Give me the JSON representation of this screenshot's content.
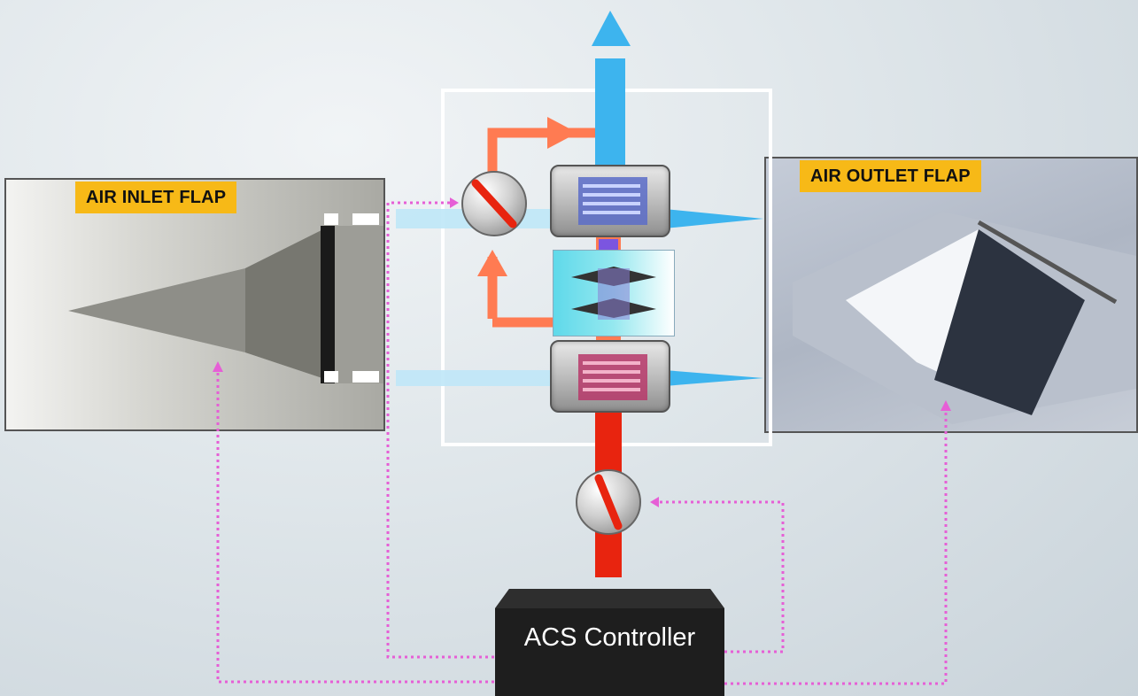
{
  "labels": {
    "inlet_flap": "AIR INLET FLAP",
    "outlet_flap": "AIR OUTLET FLAP",
    "controller": "ACS Controller"
  },
  "colors": {
    "cold_air": "#3db4ee",
    "hot_air": "#e8240f",
    "bleed_loop": "#ff7b52",
    "control_signal": "#e65fd6",
    "label_bg": "#f7b917",
    "controller_bg": "#1e1e1e",
    "pack_frame": "#ffffff"
  },
  "icons": {
    "inlet_photo": "air-inlet-photo",
    "outlet_photo": "air-outlet-photo",
    "heat_exchanger": "heat-exchanger-icon",
    "compressor_turbine": "air-cycle-machine-icon",
    "valve": "butterfly-valve-icon",
    "arrow": "flow-arrow-icon"
  }
}
